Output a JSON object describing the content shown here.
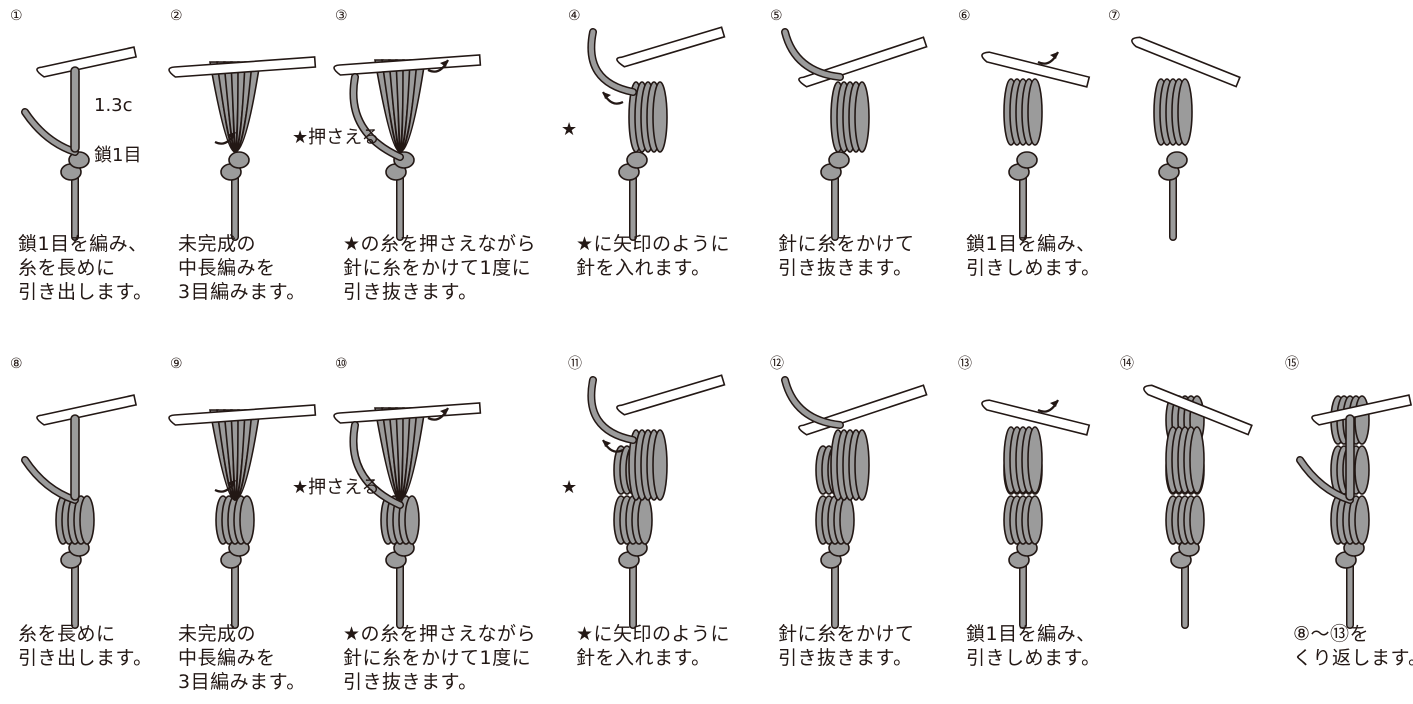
{
  "steps": [
    {
      "num": "①",
      "caption": [
        "鎖1目を編み、",
        "糸を長めに",
        "引き出します。"
      ]
    },
    {
      "num": "②",
      "caption": [
        "未完成の",
        "中長編みを",
        "3目編みます。"
      ]
    },
    {
      "num": "③",
      "caption": [
        "★の糸を押さえながら",
        "針に糸をかけて1度に",
        "引き抜きます。"
      ]
    },
    {
      "num": "④",
      "caption": [
        "★に矢印のように",
        "針を入れます。"
      ]
    },
    {
      "num": "⑤",
      "caption": [
        "針に糸をかけて",
        "引き抜きます。"
      ]
    },
    {
      "num": "⑥",
      "caption": [
        "鎖1目を編み、",
        "引きしめます。"
      ]
    },
    {
      "num": "⑦",
      "caption": []
    },
    {
      "num": "⑧",
      "caption": [
        "糸を長めに",
        "引き出します。"
      ]
    },
    {
      "num": "⑨",
      "caption": [
        "未完成の",
        "中長編みを",
        "3目編みます。"
      ]
    },
    {
      "num": "⑩",
      "caption": [
        "★の糸を押さえながら",
        "針に糸をかけて1度に",
        "引き抜きます。"
      ]
    },
    {
      "num": "⑪",
      "caption": [
        "★に矢印のように",
        "針を入れます。"
      ]
    },
    {
      "num": "⑫",
      "caption": [
        "針に糸をかけて",
        "引き抜きます。"
      ]
    },
    {
      "num": "⑬",
      "caption": [
        "鎖1目を編み、",
        "引きしめます。"
      ]
    },
    {
      "num": "⑭",
      "caption": []
    },
    {
      "num": "⑮",
      "caption": [
        "⑧～⑬を",
        "くり返します。"
      ]
    }
  ],
  "annotations": {
    "length": "1.3c",
    "chain": "鎖1目",
    "hold_a": "★押さえる",
    "hold_b": "★押さえる",
    "star_a": "★",
    "star_b": "★"
  },
  "colors": {
    "yarn": "#9b9b9b",
    "line": "#231815",
    "hook": "#ffffff"
  }
}
